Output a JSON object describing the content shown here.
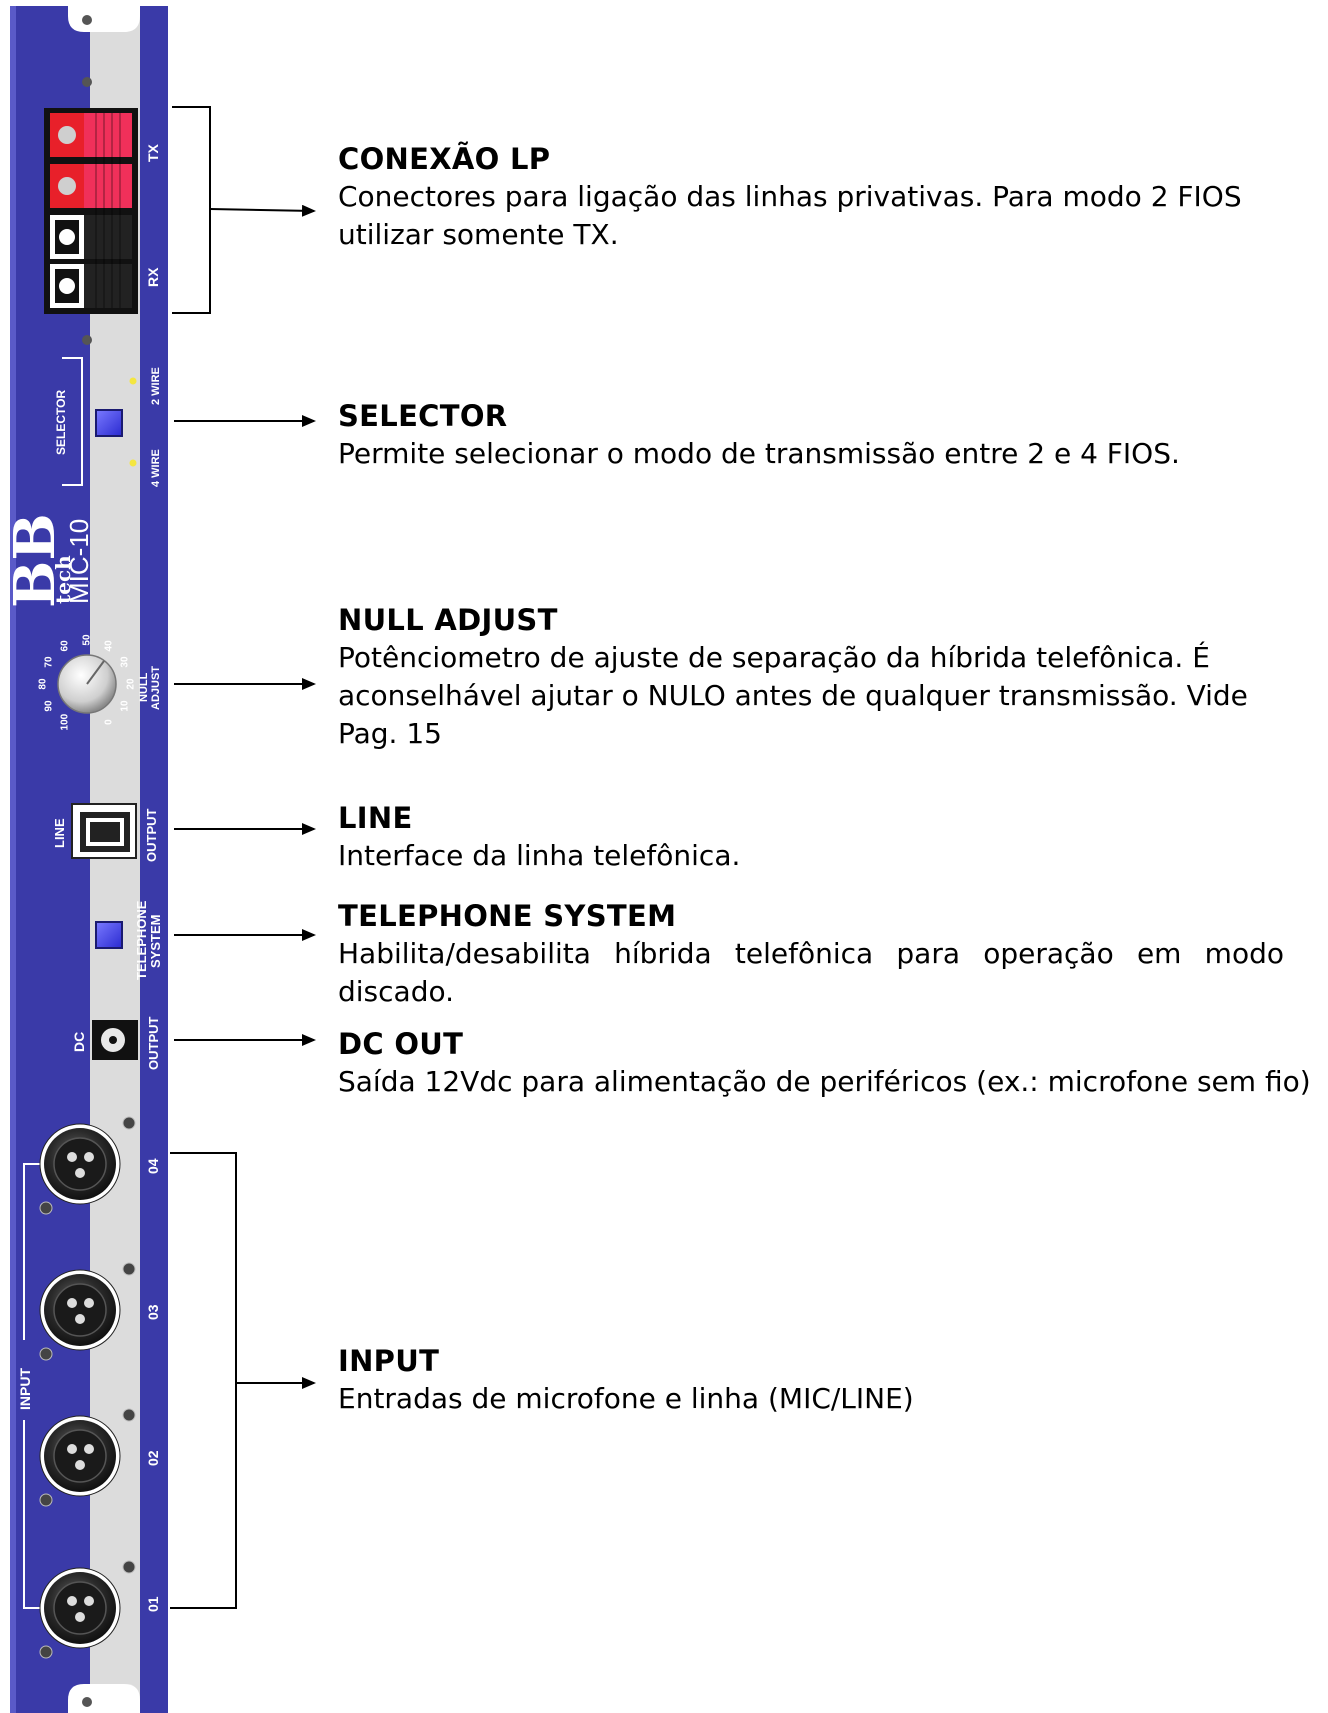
{
  "panel": {
    "labels": {
      "tx": "TX",
      "rx": "RX",
      "selector": "SELECTOR",
      "two_wire": "2 WIRE",
      "four_wire": "4 WIRE",
      "logo_brand": "BB",
      "logo_sub": "tech",
      "model": "MIC-10",
      "null_adjust_1": "NULL",
      "null_adjust_2": "ADJUST",
      "line": "LINE",
      "output_line": "OUTPUT",
      "telephone_1": "TELEPHONE",
      "telephone_2": "SYSTEM",
      "dc": "DC",
      "output_dc": "OUTPUT",
      "input": "INPUT",
      "ch4": "04",
      "ch3": "03",
      "ch2": "02",
      "ch1": "01"
    },
    "knob_scale": [
      "0",
      "10",
      "20",
      "30",
      "40",
      "50",
      "60",
      "70",
      "80",
      "90",
      "100"
    ],
    "colors": {
      "panel_blue": "#3a3aa8",
      "strip_gray": "#dcdcdc",
      "terminal_red": "#e8202a",
      "terminal_pink": "#f0305a",
      "led_yellow": "#f4e640"
    }
  },
  "sections": {
    "conexao": {
      "title": "CONEXÃO LP",
      "text": "Conectores para ligação das linhas privativas. Para modo 2 FIOS utilizar somente TX."
    },
    "selector": {
      "title": "SELECTOR",
      "text": "Permite selecionar o modo de transmissão entre 2 e 4 FIOS."
    },
    "null_adjust": {
      "title": "NULL ADJUST",
      "text": "Potênciometro de ajuste de separação da híbrida telefônica. É aconselhável ajutar o NULO antes de qualquer transmissão. Vide Pag. 15"
    },
    "line": {
      "title": "LINE",
      "text": "Interface da linha telefônica."
    },
    "telephone": {
      "title": "TELEPHONE SYSTEM",
      "text": "Habilita/desabilita híbrida telefônica para operação em modo discado."
    },
    "dc_out": {
      "title": "DC OUT",
      "text": "Saída 12Vdc para alimentação de periféricos (ex.: microfone sem fio)"
    },
    "input": {
      "title": "INPUT",
      "text": "Entradas de microfone e linha (MIC/LINE)"
    }
  }
}
